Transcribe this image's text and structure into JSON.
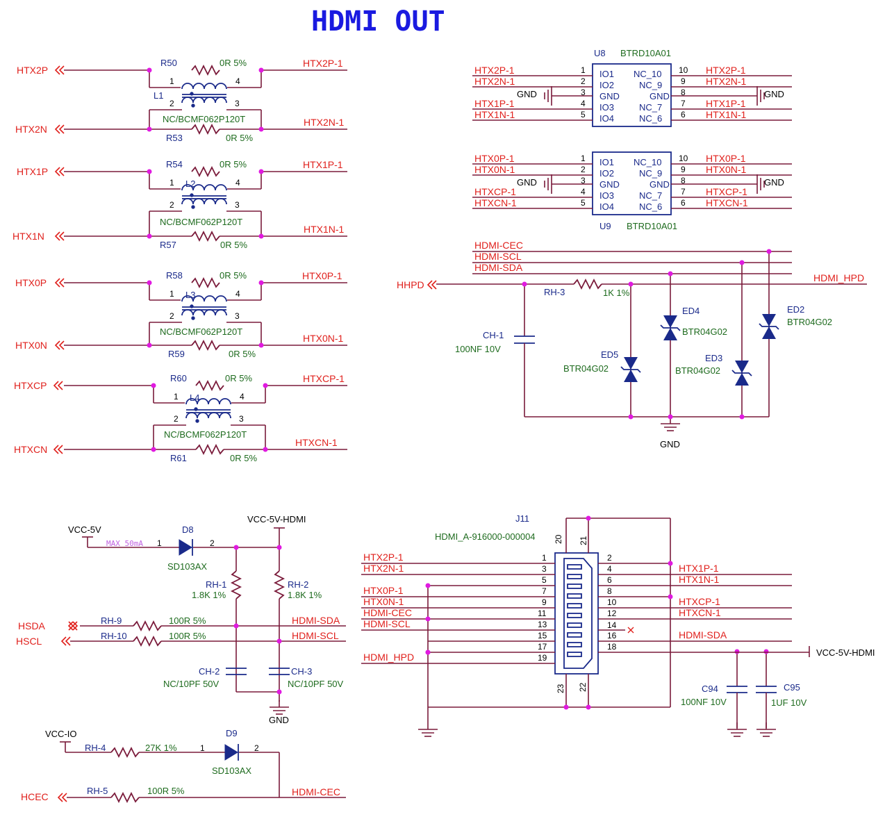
{
  "title": "HDMI OUT",
  "colors": {
    "net": "#e0201c",
    "ref": "#1a2a8a",
    "value": "#1e6b1e",
    "wire": "#7a1a3a",
    "junction": "#e01ae0",
    "title": "#1a1ae0"
  },
  "left_block": {
    "inputs": [
      "HTX2P",
      "HTX2N",
      "HTX1P",
      "HTX1N",
      "HTX0P",
      "HTX0N",
      "HTXCP",
      "HTXCN"
    ],
    "outputs": [
      "HTX2P-1",
      "HTX2N-1",
      "HTX1P-1",
      "HTX1N-1",
      "HTX0P-1",
      "HTX0N-1",
      "HTXCP-1",
      "HTXCN-1"
    ],
    "resistors": [
      {
        "ref": "R50",
        "value": "0R 5%"
      },
      {
        "ref": "R53",
        "value": "0R 5%"
      },
      {
        "ref": "R54",
        "value": "0R 5%"
      },
      {
        "ref": "R57",
        "value": "0R 5%"
      },
      {
        "ref": "R58",
        "value": "0R 5%"
      },
      {
        "ref": "R59",
        "value": "0R 5%"
      },
      {
        "ref": "R60",
        "value": "0R 5%"
      },
      {
        "ref": "R61",
        "value": "0R 5%"
      }
    ],
    "chokes": [
      {
        "ref": "L1",
        "value": "NC/BCMF062P120T"
      },
      {
        "ref": "L2",
        "value": "NC/BCMF062P120T"
      },
      {
        "ref": "L3",
        "value": "NC/BCMF062P120T"
      },
      {
        "ref": "L4",
        "value": "NC/BCMF062P120T"
      }
    ],
    "pins": [
      "1",
      "2",
      "3",
      "4"
    ]
  },
  "tvs_arrays": [
    {
      "ref": "U8",
      "part": "BTRD10A01",
      "left_nets": [
        "HTX2P-1",
        "HTX2N-1",
        "GND",
        "HTX1P-1",
        "HTX1N-1"
      ],
      "right_nets": [
        "HTX2P-1",
        "HTX2N-1",
        "GND",
        "HTX1P-1",
        "HTX1N-1"
      ]
    },
    {
      "ref": "U9",
      "part": "BTRD10A01",
      "left_nets": [
        "HTX0P-1",
        "HTX0N-1",
        "GND",
        "HTXCP-1",
        "HTXCN-1"
      ],
      "right_nets": [
        "HTX0P-1",
        "HTX0N-1",
        "GND",
        "HTXCP-1",
        "HTXCN-1"
      ]
    }
  ],
  "tvs_pins_left": [
    "1",
    "2",
    "3",
    "4",
    "5"
  ],
  "tvs_pins_right": [
    "10",
    "9",
    "8",
    "7",
    "6"
  ],
  "tvs_inner_left": [
    "IO1",
    "IO2",
    "GND",
    "IO3",
    "IO4"
  ],
  "tvs_inner_right": [
    "NC_10",
    "NC_9",
    "GND",
    "NC_7",
    "NC_6"
  ],
  "esd_block": {
    "buses": [
      "HDMI-CEC",
      "HDMI-SCL",
      "HDMI-SDA"
    ],
    "hpd_in": "HHPD",
    "hpd_out": "HDMI_HPD",
    "rh3": {
      "ref": "RH-3",
      "value": "1K 1%"
    },
    "ch1": {
      "ref": "CH-1",
      "value": "100NF 10V"
    },
    "diodes": [
      {
        "ref": "ED5",
        "value": "BTR04G02"
      },
      {
        "ref": "ED4",
        "value": "BTR04G02"
      },
      {
        "ref": "ED3",
        "value": "BTR04G02"
      },
      {
        "ref": "ED2",
        "value": "BTR04G02"
      }
    ],
    "gnd": "GND"
  },
  "power_block": {
    "vcc5": "VCC-5V",
    "vcc5hdmi": "VCC-5V-HDMI",
    "max_note": "MAX 50mA",
    "d8": {
      "ref": "D8",
      "value": "SD103AX",
      "pin1": "1",
      "pin2": "2"
    },
    "rh1": {
      "ref": "RH-1",
      "value": "1.8K 1%"
    },
    "rh2": {
      "ref": "RH-2",
      "value": "1.8K 1%"
    },
    "rh9": {
      "ref": "RH-9",
      "value": "100R 5%"
    },
    "rh10": {
      "ref": "RH-10",
      "value": "100R 5%"
    },
    "ch2": {
      "ref": "CH-2",
      "value": "NC/10PF 50V"
    },
    "ch3": {
      "ref": "CH-3",
      "value": "NC/10PF 50V"
    },
    "hsda": "HSDA",
    "hscl": "HSCL",
    "sda": "HDMI-SDA",
    "scl": "HDMI-SCL",
    "gnd": "GND"
  },
  "cec_block": {
    "vccio": "VCC-IO",
    "rh4": {
      "ref": "RH-4",
      "value": "27K 1%"
    },
    "d9": {
      "ref": "D9",
      "value": "SD103AX",
      "pin1": "1",
      "pin2": "2"
    },
    "rh5": {
      "ref": "RH-5",
      "value": "100R 5%"
    },
    "hcec": "HCEC",
    "cec": "HDMI-CEC"
  },
  "connector": {
    "ref": "J11",
    "part": "HDMI_A-916000-000004",
    "left_pins": [
      "1",
      "3",
      "5",
      "7",
      "9",
      "11",
      "13",
      "15",
      "17",
      "19"
    ],
    "right_pins": [
      "2",
      "4",
      "6",
      "8",
      "10",
      "12",
      "14",
      "16",
      "18"
    ],
    "top_pins": [
      "20",
      "21"
    ],
    "bottom_pins": [
      "23",
      "22"
    ],
    "left_nets": [
      "HTX2P-1",
      "HTX2N-1",
      "HTX0P-1",
      "HTX0N-1",
      "HDMI-CEC",
      "HDMI-SCL",
      "HDMI_HPD"
    ],
    "right_nets": [
      "HTX1P-1",
      "HTX1N-1",
      "HTXCP-1",
      "HTXCN-1",
      "HDMI-SDA",
      "VCC-5V-HDMI"
    ],
    "c94": {
      "ref": "C94",
      "value": "100NF 10V"
    },
    "c95": {
      "ref": "C95",
      "value": "1UF 10V"
    }
  }
}
